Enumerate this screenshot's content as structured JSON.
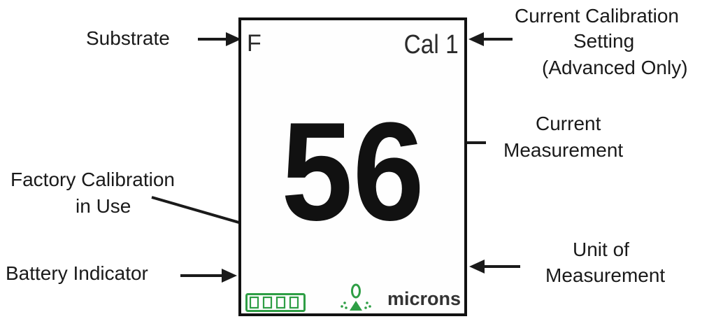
{
  "callouts": {
    "substrate": "Substrate",
    "calibration_setting": [
      "Current Calibration",
      "Setting",
      "(Advanced Only)"
    ],
    "current_measurement": [
      "Current",
      "Measurement"
    ],
    "factory_calibration": [
      "Factory Calibration",
      "in Use"
    ],
    "battery": "Battery Indicator",
    "unit": [
      "Unit of",
      "Measurement"
    ]
  },
  "display": {
    "substrate": "F",
    "calibration": "Cal 1",
    "reading": "56",
    "unit": "microns",
    "battery_level": 1.0,
    "icon_color": "#2e9e45",
    "icon": "calibration-icon"
  }
}
